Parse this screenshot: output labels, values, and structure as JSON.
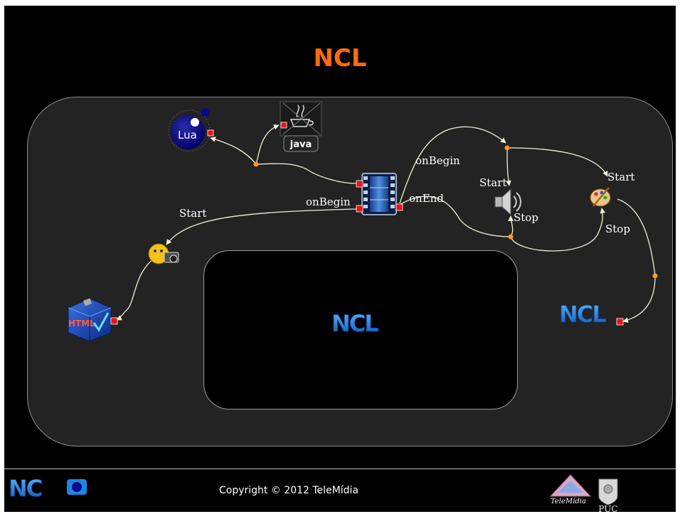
{
  "slide": {
    "title": "NCL",
    "copyright": "Copyright © 2012 TeleMídia"
  },
  "diagram": {
    "labels": {
      "start_left": "Start",
      "on_begin_left": "onBegin",
      "on_begin_top": "onBegin",
      "on_end": "onEnd",
      "start_audio": "Start",
      "stop_audio": "Stop",
      "start_paint": "Start",
      "stop_paint": "Stop"
    },
    "nodes": {
      "lua": "Lua",
      "java": "java",
      "html": "HTML",
      "ncl_right": "NCL",
      "ncl_center": "NCL"
    }
  },
  "footer": {
    "telemidia": "TeleMídia",
    "puc": "PUC"
  },
  "colors": {
    "title": "#ff6a0c",
    "port": "#ee1111",
    "link_dot": "#ff9a1a",
    "edge": "#f3efd9",
    "ncl_logo": "#1a86e6"
  }
}
